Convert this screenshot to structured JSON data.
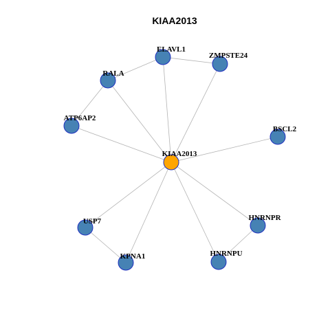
{
  "title": "KIAA2013",
  "colors": {
    "center_fill": "#ffa500",
    "node_fill": "#4682b4",
    "node_stroke": "#1f2fbf",
    "edge": "#b3b3b3"
  },
  "nodes": [
    {
      "id": "KIAA2013",
      "label": "KIAA2013",
      "role": "center"
    },
    {
      "id": "ELAVL1",
      "label": "ELAVL1",
      "role": "neighbor"
    },
    {
      "id": "ZMPSTE24",
      "label": "ZMPSTE24",
      "role": "neighbor"
    },
    {
      "id": "RALA",
      "label": "RALA",
      "role": "neighbor"
    },
    {
      "id": "ATP6AP2",
      "label": "ATP6AP2",
      "role": "neighbor"
    },
    {
      "id": "BSCL2",
      "label": "BSCL2",
      "role": "neighbor"
    },
    {
      "id": "USP7",
      "label": "USP7",
      "role": "neighbor"
    },
    {
      "id": "KPNA1",
      "label": "KPNA1",
      "role": "neighbor"
    },
    {
      "id": "HNRNPR",
      "label": "HNRNPR",
      "role": "neighbor"
    },
    {
      "id": "HNRNPU",
      "label": "HNRNPU",
      "role": "neighbor"
    }
  ],
  "edges": [
    [
      "KIAA2013",
      "ELAVL1"
    ],
    [
      "KIAA2013",
      "ZMPSTE24"
    ],
    [
      "KIAA2013",
      "RALA"
    ],
    [
      "KIAA2013",
      "ATP6AP2"
    ],
    [
      "KIAA2013",
      "BSCL2"
    ],
    [
      "KIAA2013",
      "USP7"
    ],
    [
      "KIAA2013",
      "KPNA1"
    ],
    [
      "KIAA2013",
      "HNRNPR"
    ],
    [
      "KIAA2013",
      "HNRNPU"
    ],
    [
      "ELAVL1",
      "ZMPSTE24"
    ],
    [
      "ELAVL1",
      "RALA"
    ],
    [
      "RALA",
      "ATP6AP2"
    ],
    [
      "USP7",
      "KPNA1"
    ],
    [
      "HNRNPR",
      "HNRNPU"
    ]
  ]
}
